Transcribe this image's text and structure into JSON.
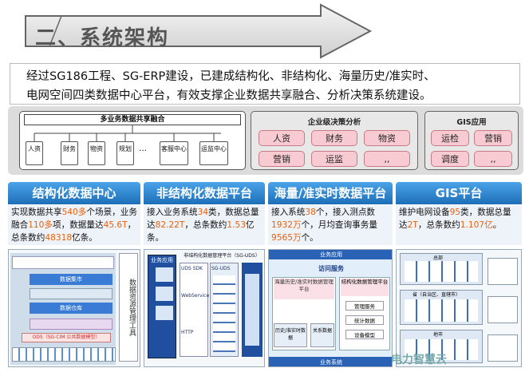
{
  "header": {
    "title": "二、系统架构"
  },
  "intro": {
    "line1": "经过SG186工程、SG-ERP建设，已建成结构化、非结构化、海量历史/准实时、",
    "line2": "电网空间四类数据中心平台，有效支撑企业数据共享融合、分析决策系统建设。"
  },
  "top_panel": {
    "sharing": {
      "title": "多业务数据共享融合",
      "items": [
        "人资",
        "财务",
        "物资",
        "规划",
        "客服中心",
        "运监中心"
      ],
      "ellipsis": "…"
    },
    "decision": {
      "title": "企业级决策分析",
      "items": [
        "人资",
        "财务",
        "物资",
        "营销",
        "运监",
        ",,"
      ]
    },
    "gis": {
      "title": "GIS应用",
      "items": [
        "运检",
        "营销",
        "调度",
        ",,"
      ]
    }
  },
  "columns": [
    {
      "title": "结构化数据中心",
      "color": "#2f7fc8",
      "text": [
        [
          "实现数据共享",
          ""
        ],
        [
          "540多",
          "hl"
        ],
        [
          "个场景，业",
          ""
        ],
        [
          "务融合",
          ""
        ],
        [
          "110多",
          "hl"
        ],
        [
          "项，数据量达",
          ""
        ],
        [
          "45.6T",
          "hl"
        ],
        [
          "，总条数约",
          ""
        ],
        [
          "48318",
          "hl"
        ],
        [
          "亿条。",
          ""
        ]
      ]
    },
    {
      "title": "非结构化数据平台",
      "color": "#2f7fc8",
      "text": [
        [
          "接入业务系统",
          ""
        ],
        [
          "34",
          "hl"
        ],
        [
          "类，数据总",
          ""
        ],
        [
          "量达",
          ""
        ],
        [
          "82.22T",
          "hl"
        ],
        [
          "，总条数约",
          ""
        ],
        [
          "1.53",
          "hl"
        ],
        [
          "亿条。",
          ""
        ]
      ]
    },
    {
      "title": "海量/准实时数据平台",
      "color": "#2f7fc8",
      "text": [
        [
          "接入系统",
          ""
        ],
        [
          "38",
          "hl"
        ],
        [
          "个，接入测点数",
          ""
        ],
        [
          "1932万",
          "hl"
        ],
        [
          "个，月均查询事务",
          ""
        ],
        [
          "量",
          ""
        ],
        [
          "9565万",
          "hl"
        ],
        [
          "个。",
          ""
        ]
      ]
    },
    {
      "title": "GIS平台",
      "color": "#2f7fc8",
      "text": [
        [
          "维护电网设备",
          ""
        ],
        [
          "95",
          "hl"
        ],
        [
          "类，数据总",
          ""
        ],
        [
          "量达",
          ""
        ],
        [
          "2T",
          "hl"
        ],
        [
          "，总条数约",
          ""
        ],
        [
          "1.107亿",
          "hl"
        ],
        [
          "。",
          ""
        ]
      ]
    }
  ],
  "diagrams": {
    "d1": {
      "labels": [
        "数据集市",
        "数据仓库",
        "ODS（SG-CIM 公共数据模型）",
        "数据资源管理工具"
      ]
    },
    "d2": {
      "labels": [
        "非结构化数据管理平台（SG-UDS）",
        "业务应用",
        "SG-UDS",
        "WebService",
        "UDS SDK",
        "HTTP"
      ]
    },
    "d3": {
      "labels": [
        "业务应用",
        "访问服务",
        "海量历史/准实时数据管理平台",
        "结构化数据管理平台",
        "管理服务",
        "统计数据",
        "设备模型",
        "历史/准实时数据",
        "关系数据",
        "业务系统"
      ]
    },
    "d4": {
      "labels": [
        "总部",
        "省（自治区、直辖市）",
        "地市"
      ]
    }
  },
  "watermark": "电力智慧云"
}
